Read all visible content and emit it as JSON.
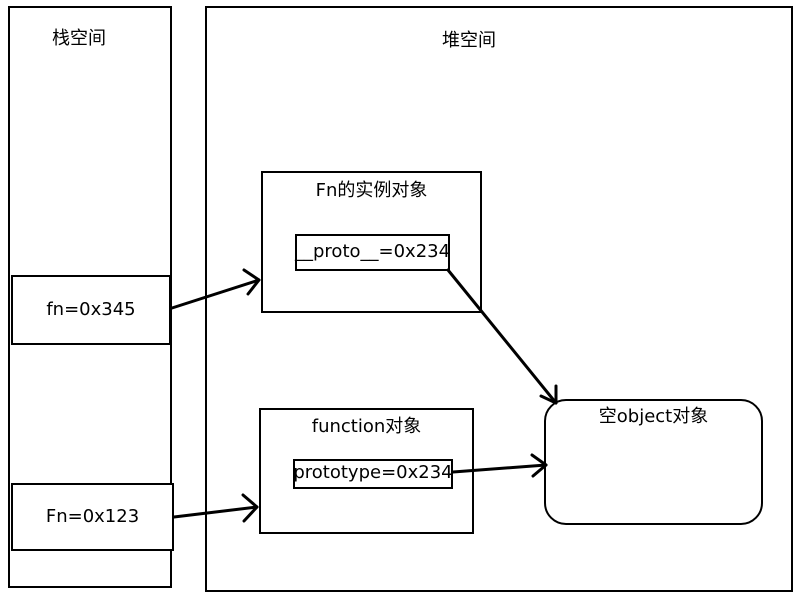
{
  "stack": {
    "title": "栈空间",
    "cells": [
      {
        "text": "fn=0x345"
      },
      {
        "text": "Fn=0x123"
      }
    ]
  },
  "heap": {
    "title": "堆空间",
    "instance_object": {
      "title": "Fn的实例对象",
      "field": "__proto__=0x234"
    },
    "function_object": {
      "title": "function对象",
      "field": "prototype=0x234"
    },
    "empty_object": {
      "title": "空object对象"
    }
  }
}
